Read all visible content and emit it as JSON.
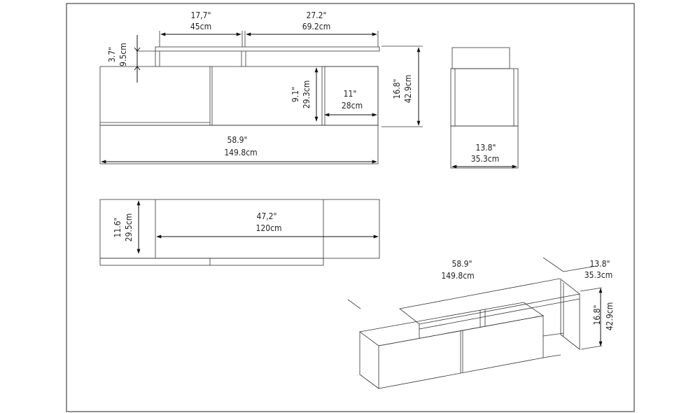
{
  "front_view": {
    "top_left_width": {
      "imperial": "17,7\"",
      "metric": "45cm"
    },
    "top_right_width": {
      "imperial": "27.2\"",
      "metric": "69.2cm"
    },
    "top_shelf_height": {
      "imperial": "3.7\"",
      "metric": "9.5cm"
    },
    "inner_height": {
      "imperial": "9.1\"",
      "metric": "29.3cm"
    },
    "open_width": {
      "imperial": "11\"",
      "metric": "28cm"
    },
    "total_height": {
      "imperial": "16.8\"",
      "metric": "42.9cm"
    },
    "total_width": {
      "imperial": "58.9\"",
      "metric": "149.8cm"
    }
  },
  "side_view": {
    "depth": {
      "imperial": "13.8\"",
      "metric": "35.3cm"
    }
  },
  "top_view": {
    "height": {
      "imperial": "11.6\"",
      "metric": "29.5cm"
    },
    "width": {
      "imperial": "47,2\"",
      "metric": "120cm"
    }
  },
  "isometric_view": {
    "width": {
      "imperial": "58.9\"",
      "metric": "149.8cm"
    },
    "depth": {
      "imperial": "13.8\"",
      "metric": "35.3cm"
    },
    "height": {
      "imperial": "16.8\"",
      "metric": "42.9cm"
    }
  }
}
